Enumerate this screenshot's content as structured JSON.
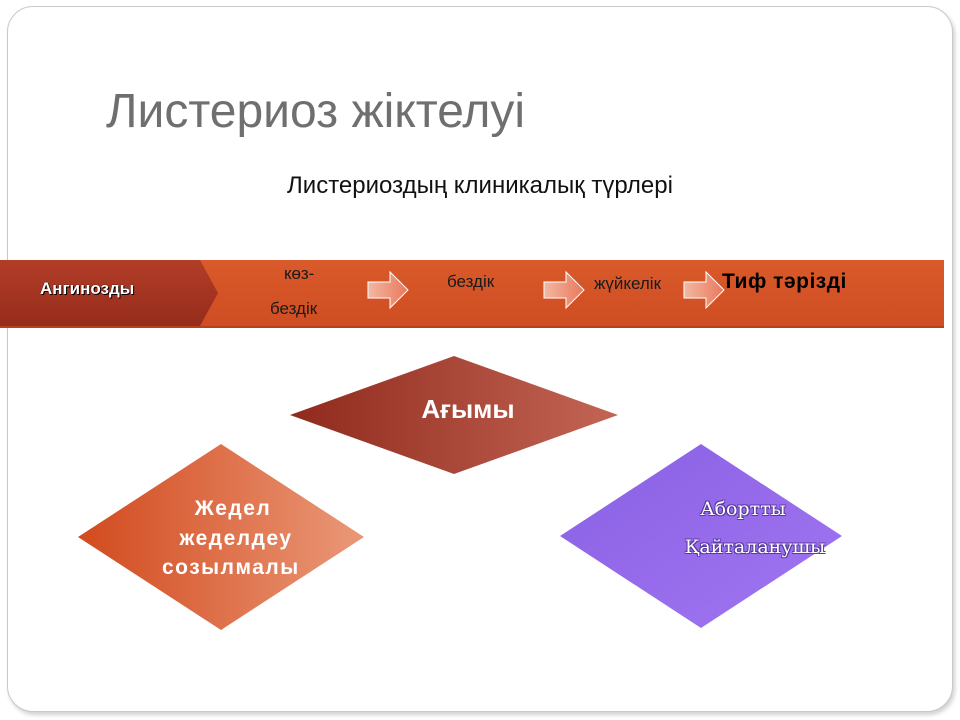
{
  "slide": {
    "title": "Листериоз жіктелуі",
    "subtitle": "Листериоздың клиникалық түрлері"
  },
  "band": {
    "first_tab": "Ангинозды",
    "steps": {
      "kozbezdik_line1": "көз-",
      "kozbezdik_line2": "бездік",
      "bezdik": "бездік",
      "zhuikelik": "жүйкелік",
      "tif": "Тиф тәрізді"
    }
  },
  "diamonds": {
    "course": "Ағымы",
    "left": {
      "line1": "Жедел",
      "line2": "жеделдеу",
      "line3": "созылмалы"
    },
    "right": {
      "line1": "Абортты",
      "line2": "Қайталанушы"
    }
  },
  "colors": {
    "band": "#d4522a",
    "tab": "#a33320",
    "course_diamond": "#a4382a",
    "left_diamond": "#d4522a",
    "right_diamond": "#8e63e6",
    "title": "#6f6f6f"
  }
}
